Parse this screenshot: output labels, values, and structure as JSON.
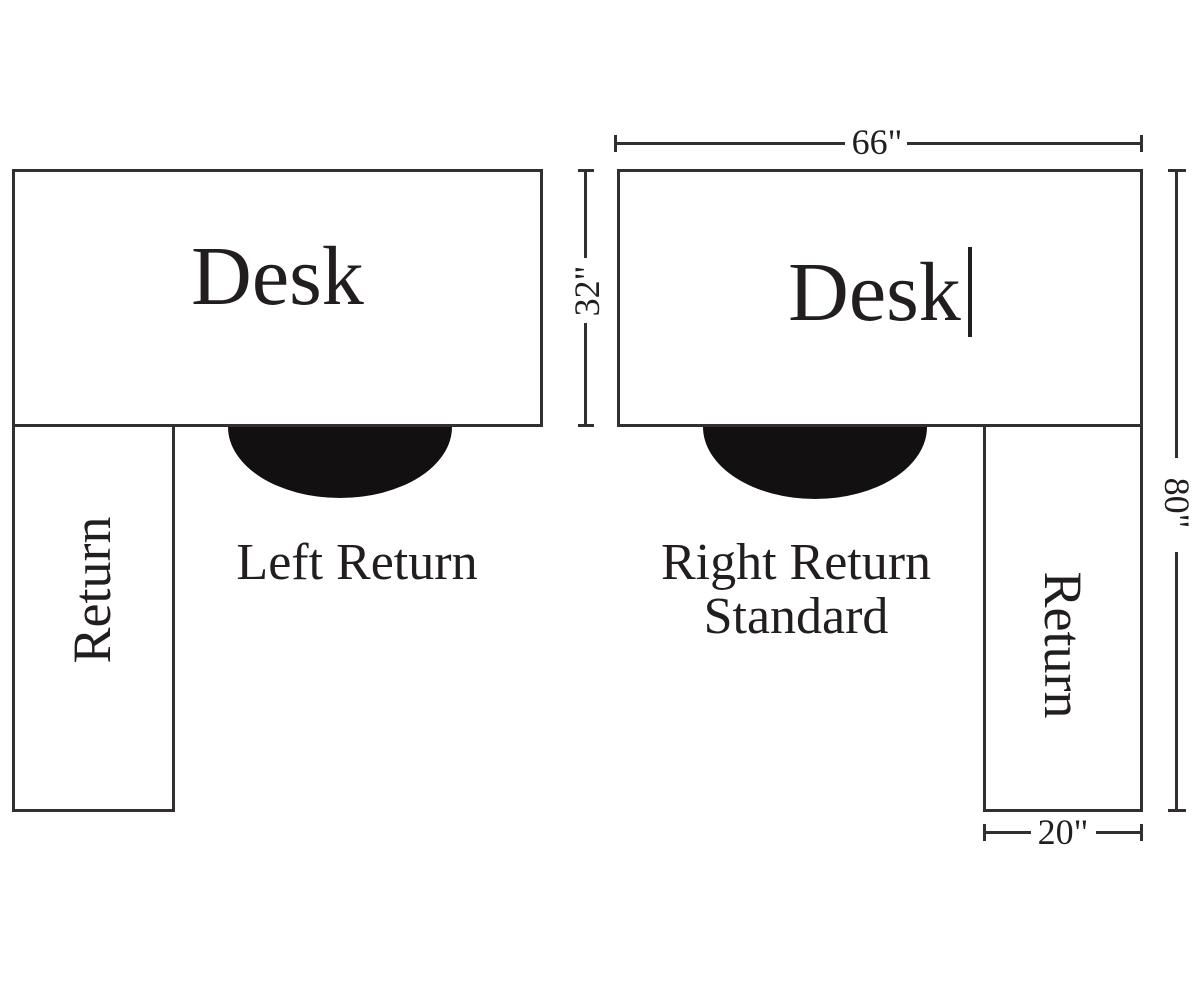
{
  "left_unit": {
    "desk_label": "Desk",
    "return_label": "Return",
    "caption": "Left Return"
  },
  "right_unit": {
    "desk_label": "Desk",
    "return_label": "Return",
    "caption_line1": "Right Return",
    "caption_line2": "Standard"
  },
  "dimensions": {
    "desk_width": "66\"",
    "desk_depth": "32\"",
    "overall_depth": "80\"",
    "return_width": "20\""
  },
  "colors": {
    "background": "#ffffff",
    "line": "#332f30",
    "text": "#221e1f",
    "chair": "#131011"
  }
}
